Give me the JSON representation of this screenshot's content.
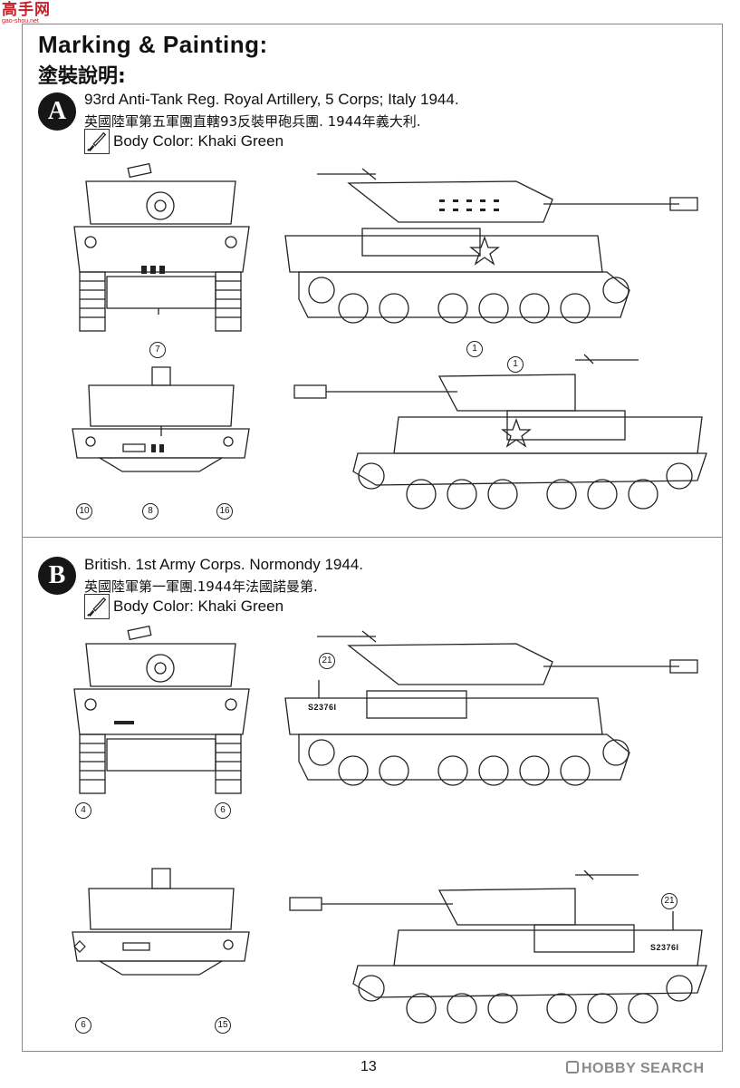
{
  "header": {
    "logo_text": "高手网",
    "logo_domain": "gao-shou.net",
    "title_en": "Marking & Painting:",
    "title_cn": "塗裝說明:"
  },
  "schemes": [
    {
      "letter": "A",
      "line1": "93rd Anti-Tank Reg. Royal Artillery, 5 Corps; Italy 1944.",
      "line2": "英國陸軍第五軍團直轄93反裝甲砲兵團. 1944年義大利.",
      "body_color": "Body Color: Khaki Green",
      "callouts": [
        "7",
        "1",
        "1",
        "10",
        "8",
        "16"
      ]
    },
    {
      "letter": "B",
      "line1": "British. 1st Army Corps. Normondy 1944.",
      "line2": "英國陸軍第一軍團.1944年法國諾曼第.",
      "body_color": "Body Color: Khaki Green",
      "callouts": [
        "21",
        "4",
        "6",
        "21",
        "6",
        "15"
      ],
      "serials": [
        "S2376I",
        "S2376I"
      ]
    }
  ],
  "footer": {
    "page_number": "13",
    "watermark": "HOBBY SEARCH"
  },
  "colors": {
    "ink": "#111111",
    "badge": "#161616",
    "frame": "#888888",
    "logo": "#c0222b",
    "watermark": "#8a8a8a"
  }
}
